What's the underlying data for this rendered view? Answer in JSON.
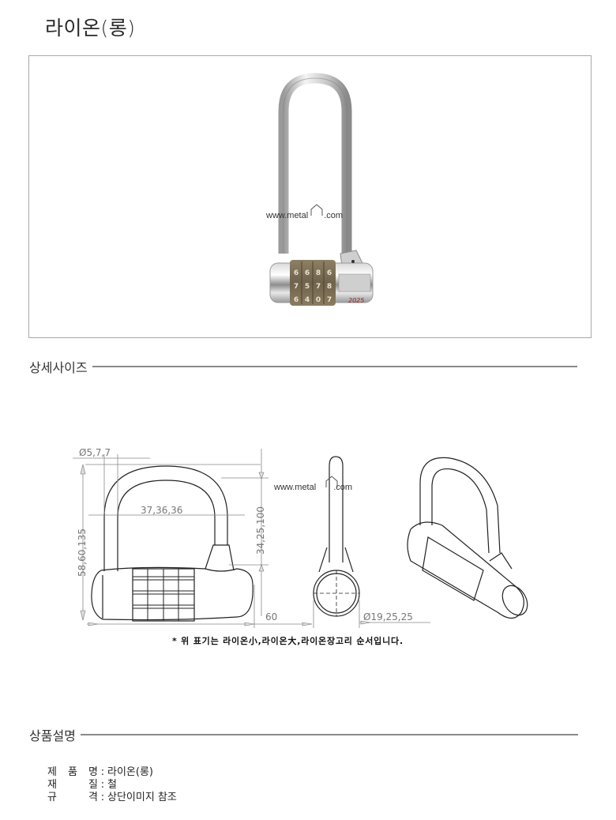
{
  "page": {
    "title": "라이온(롱)"
  },
  "product_photo": {
    "watermark": "www.metal1DIY.com",
    "watermark_prefix": "www.metal",
    "watermark_suffix": ".com",
    "dial_rows": [
      [
        "6",
        "6",
        "8",
        "6"
      ],
      [
        "7",
        "5",
        "7",
        "8"
      ],
      [
        "6",
        "4",
        "0",
        "7"
      ]
    ],
    "body_label": "2025"
  },
  "sections": {
    "size": {
      "label": "상세사이즈"
    },
    "description": {
      "label": "상품설명"
    }
  },
  "drawing": {
    "watermark_prefix": "www.metal",
    "watermark_suffix": ".com",
    "dimensions": {
      "shackle_diameter": "Ø5,7,7",
      "inner_width": "37,36,36",
      "total_height": "58,60,135",
      "shackle_clearance": "34,25,100",
      "body_length": "60",
      "body_diameter": "Ø19,25,25"
    },
    "note": "* 위 표기는 라이온小,라이온大,라이온장고리 순서입니다."
  },
  "spec": [
    {
      "key_chars": [
        "제",
        "품",
        "명"
      ],
      "value": "라이온(롱)"
    },
    {
      "key_chars": [
        "재",
        "질"
      ],
      "value": "철"
    },
    {
      "key_chars": [
        "규",
        "격"
      ],
      "value": "상단이미지 참조"
    }
  ]
}
